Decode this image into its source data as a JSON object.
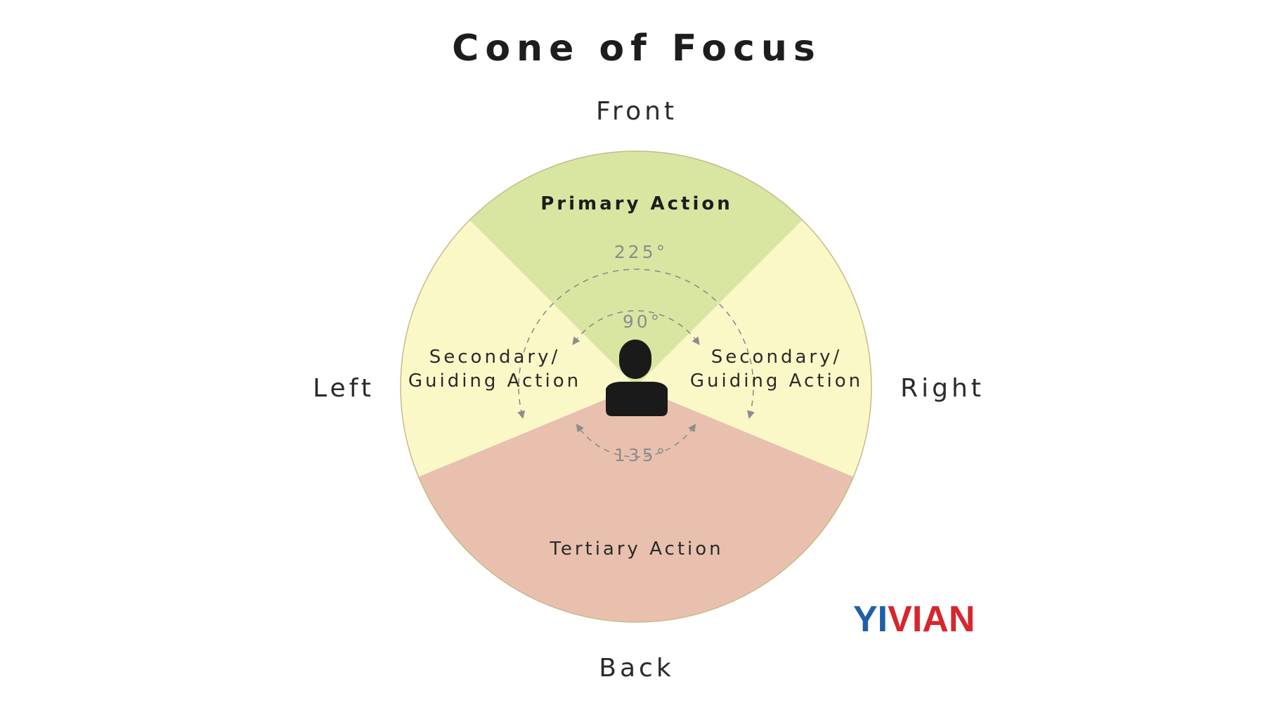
{
  "title": "Cone of Focus",
  "directions": {
    "front": "Front",
    "back": "Back",
    "left": "Left",
    "right": "Right"
  },
  "zones": {
    "primary": "Primary Action",
    "secondary_left": [
      "Secondary/",
      "Guiding Action"
    ],
    "secondary_right": [
      "Secondary/",
      "Guiding Action"
    ],
    "tertiary": "Tertiary Action"
  },
  "angles": {
    "outer_front": "225°",
    "inner_front": "90°",
    "back": "135°"
  },
  "colors": {
    "primary_zone": "#d8e6a1",
    "secondary_zone": "#fbf8c8",
    "tertiary_zone": "#e9c0ae",
    "circle_outline": "#c9b98a",
    "person": "#1a1a1a",
    "logo_blue": "#1f5fa8",
    "logo_red": "#d7262c"
  },
  "logo": {
    "part1": "YI",
    "part2": "VIAN"
  },
  "icons": {
    "person": "person-silhouette-icon"
  }
}
